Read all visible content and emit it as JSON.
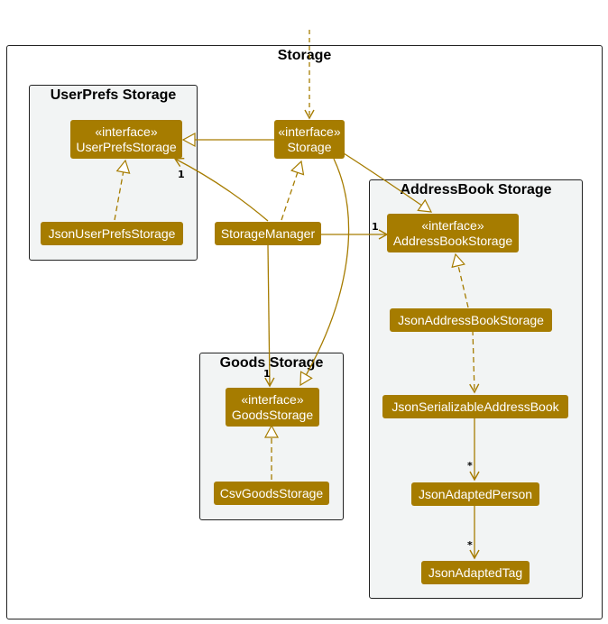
{
  "diagram": {
    "outer_package": {
      "title": "Storage"
    },
    "packages": {
      "userprefs": {
        "title": "UserPrefs Storage"
      },
      "addressbook": {
        "title": "AddressBook Storage"
      },
      "goods": {
        "title": "Goods Storage"
      }
    },
    "nodes": {
      "userprefs_storage": {
        "stereotype": "«interface»",
        "name": "UserPrefsStorage"
      },
      "json_userprefs_storage": {
        "name": "JsonUserPrefsStorage"
      },
      "storage": {
        "stereotype": "«interface»",
        "name": "Storage"
      },
      "storage_manager": {
        "name": "StorageManager"
      },
      "addressbook_storage": {
        "stereotype": "«interface»",
        "name": "AddressBookStorage"
      },
      "json_addressbook_storage": {
        "name": "JsonAddressBookStorage"
      },
      "json_serializable_addressbook": {
        "name": "JsonSerializableAddressBook"
      },
      "json_adapted_person": {
        "name": "JsonAdaptedPerson"
      },
      "json_adapted_tag": {
        "name": "JsonAdaptedTag"
      },
      "goods_storage": {
        "stereotype": "«interface»",
        "name": "GoodsStorage"
      },
      "csv_goods_storage": {
        "name": "CsvGoodsStorage"
      }
    },
    "multiplicities": {
      "userprefs": "1",
      "addressbook": "1",
      "goods": "1",
      "person": "*",
      "tag": "*"
    },
    "colors": {
      "node_fill": "#a67c00",
      "node_text": "#ffffff",
      "edge": "#a67c00",
      "package_fill": "#f2f4f4",
      "package_border": "#222222"
    }
  }
}
